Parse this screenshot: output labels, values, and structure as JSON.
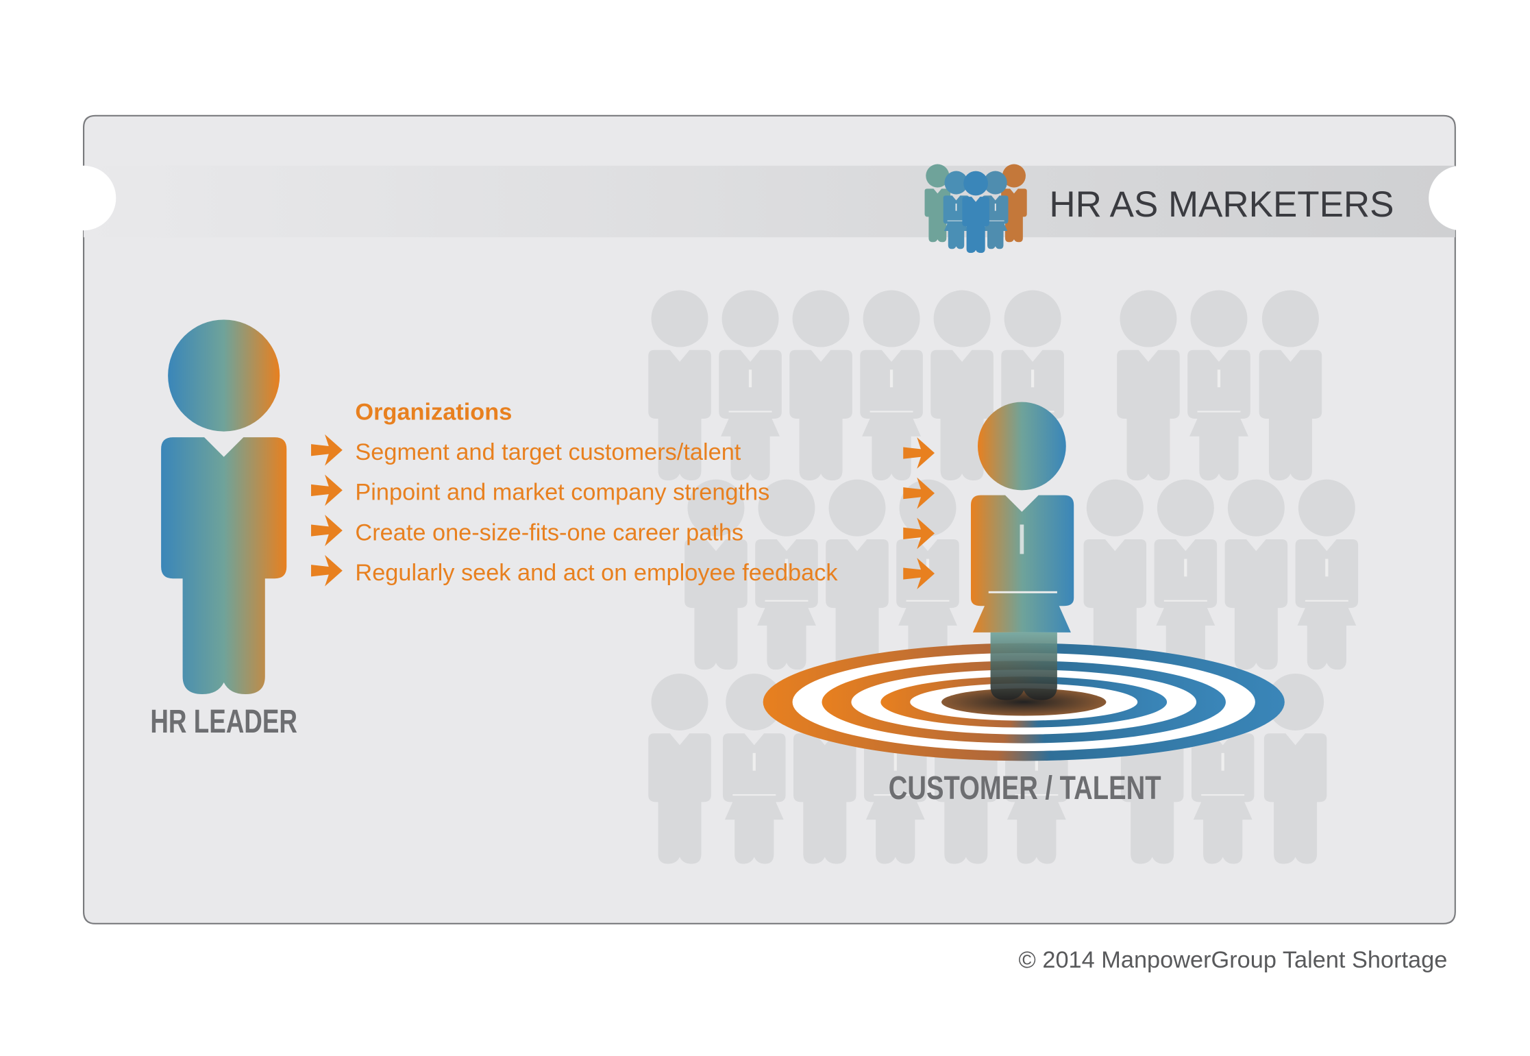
{
  "header": {
    "title": "HR AS MARKETERS",
    "icon": "group-of-people-icon"
  },
  "left_figure": {
    "label": "HR LEADER"
  },
  "list": {
    "heading": "Organizations",
    "items": [
      "Segment and target customers/talent",
      "Pinpoint and market company strengths",
      "Create one-size-fits-one career paths",
      "Regularly seek and act on employee feedback"
    ]
  },
  "right_figure": {
    "label": "CUSTOMER / TALENT"
  },
  "footer": {
    "copyright": "© 2014 ManpowerGroup Talent Shortage"
  },
  "colors": {
    "orange": "#e8801f",
    "blue": "#3a86b9",
    "teal": "#6fa39a",
    "gray_figure": "#d8d9db",
    "panel": "#e9e9eb"
  }
}
